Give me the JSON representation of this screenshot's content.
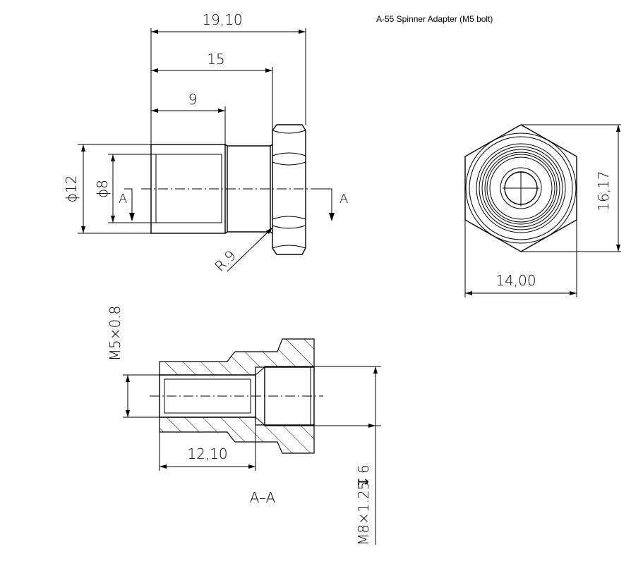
{
  "title": "A-55 Spinner Adapter (M5 bolt)",
  "side_view": {
    "dim_overall": "19,10",
    "dim_shank": "15",
    "dim_thread": "9",
    "dia_outer": "ϕ12",
    "dia_inner": "ϕ8",
    "radius": "R.9",
    "section_mark_left": "A",
    "section_mark_right": "A"
  },
  "end_view": {
    "dim_width": "14,00",
    "dim_height": "16,17"
  },
  "section_view": {
    "thread_small": "M5×0.8",
    "dim_length": "12,10",
    "thread_large": "M8×1.25",
    "depth_symbol": "↧",
    "depth_value": "6",
    "label": "A–A"
  }
}
